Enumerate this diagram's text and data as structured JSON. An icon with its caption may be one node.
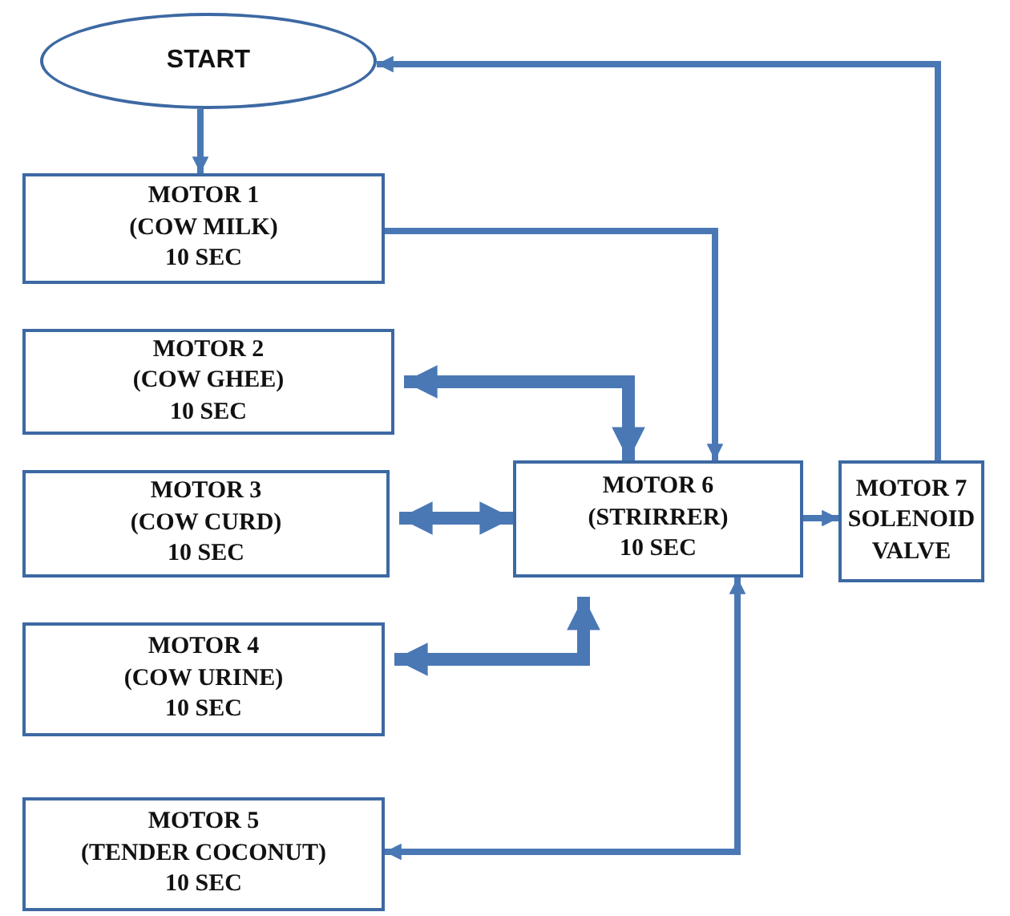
{
  "diagram": {
    "nodes": [
      {
        "text": [
          "START"
        ]
      },
      {
        "text": [
          "MOTOR 1",
          "(COW MILK)",
          "10 SEC"
        ]
      },
      {
        "text": [
          "MOTOR 2",
          "(COW GHEE)",
          "10 SEC"
        ]
      },
      {
        "text": [
          "MOTOR 3",
          "(COW CURD)",
          "10 SEC"
        ]
      },
      {
        "text": [
          "MOTOR 4",
          "(COW URINE)",
          "10 SEC"
        ]
      },
      {
        "text": [
          "MOTOR 5",
          "(TENDER COCONUT)",
          "10 SEC"
        ]
      },
      {
        "text": [
          "MOTOR 6",
          "(STRIRRER)",
          "10 SEC"
        ]
      },
      {
        "text": [
          "MOTOR 7",
          "SOLENOID VALVE"
        ]
      }
    ],
    "edges": [
      {
        "from": 0,
        "to": 1,
        "arrow": "to"
      },
      {
        "from": 1,
        "to": 6,
        "arrow": "to"
      },
      {
        "from": 2,
        "to": 6,
        "arrow": "both",
        "style": "thick"
      },
      {
        "from": 3,
        "to": 6,
        "arrow": "both",
        "style": "thick"
      },
      {
        "from": 4,
        "to": 6,
        "arrow": "both",
        "style": "thick"
      },
      {
        "from": 5,
        "to": 6,
        "arrow": "both"
      },
      {
        "from": 6,
        "to": 7,
        "arrow": "to"
      },
      {
        "from": 7,
        "to": 0,
        "arrow": "to"
      }
    ]
  }
}
